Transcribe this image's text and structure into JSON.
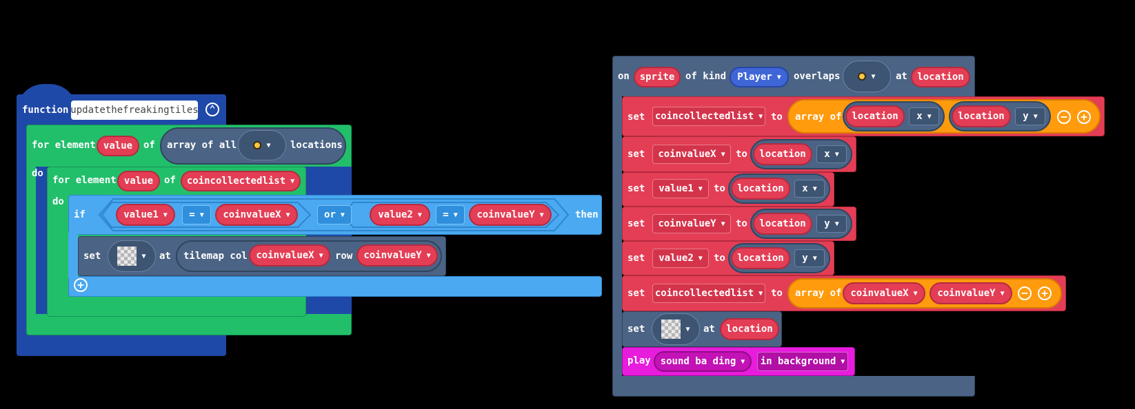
{
  "function_block": {
    "keyword": "function",
    "name": "updatethefreakingtiles",
    "collapse_icon": "chevron-up-icon",
    "outer_loop": {
      "label": "for element",
      "variable": "value",
      "of": "of",
      "array_label": "array of all",
      "tile_icon": "coin-tile-icon",
      "array_suffix": "locations",
      "do": "do"
    },
    "inner_loop": {
      "label": "for element",
      "variable": "value",
      "of": "of",
      "list": "coincollectedlist",
      "do": "do"
    },
    "if_block": {
      "if": "if",
      "left_var": "value1",
      "left_op": "=",
      "left_rhs": "coinvalueX",
      "or": "or",
      "right_var": "value2",
      "right_op": "=",
      "right_rhs": "coinvalueY",
      "then": "then",
      "add_icon": "plus-icon"
    },
    "set_tile": {
      "set": "set",
      "tile_icon": "transparent-tile-icon",
      "at": "at",
      "tilemap": "tilemap col",
      "col": "coinvalueX",
      "row_label": "row",
      "row": "coinvalueY"
    }
  },
  "event_block": {
    "on": "on",
    "sprite": "sprite",
    "of_kind": "of kind",
    "kind": "Player",
    "overlaps": "overlaps",
    "tile_icon": "coin-tile-icon",
    "at": "at",
    "location": "location",
    "statements": [
      {
        "set": "set",
        "var": "coincollectedlist",
        "to": "to",
        "array": "array of",
        "item1": "location",
        "item1_prop": "x",
        "item2": "location",
        "item2_prop": "y"
      },
      {
        "set": "set",
        "var": "coinvalueX",
        "to": "to",
        "value": "location",
        "prop": "x"
      },
      {
        "set": "set",
        "var": "value1",
        "to": "to",
        "value": "location",
        "prop": "x"
      },
      {
        "set": "set",
        "var": "coinvalueY",
        "to": "to",
        "value": "location",
        "prop": "y"
      },
      {
        "set": "set",
        "var": "value2",
        "to": "to",
        "value": "location",
        "prop": "y"
      },
      {
        "set": "set",
        "var": "coincollectedlist",
        "to": "to",
        "array": "array of",
        "item1": "coinvalueX",
        "item2": "coinvalueY"
      },
      {
        "set": "set",
        "tile_icon": "transparent-tile-icon",
        "at": "at",
        "location": "location"
      },
      {
        "play": "play",
        "sound": "sound ba ding",
        "mode": "in background"
      }
    ]
  },
  "colors": {
    "background": "#000000",
    "function": "#1f49a8",
    "loops": "#22bf6b",
    "logic": "#4aa9f0",
    "sprites_event": "#4b6384",
    "variables": "#e33e55",
    "arrays": "#ff9b0d",
    "music": "#e71cdc"
  }
}
